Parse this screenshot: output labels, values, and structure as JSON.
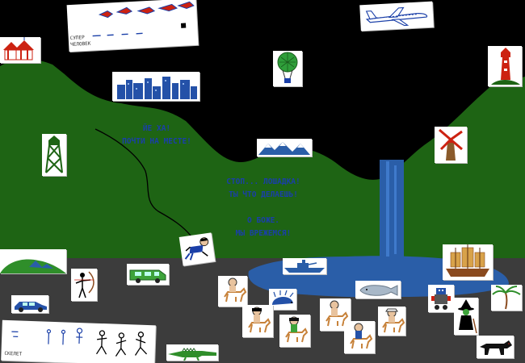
{
  "dialogue": {
    "line1": "ЙЕ ХА!",
    "line2": "ПОЧТИ НА МЕСТЕ!",
    "line3": "СТОП... ЛОШАДКА!",
    "line4": "ТЫ ЧТО ДЕЛАЕШЬ!",
    "line5": "О БОЖЕ.",
    "line6": "МЫ ВРЕЖЕМСЯ!"
  },
  "labels": {
    "superhero_1": "СУПЕР",
    "superhero_2": "ЧЕЛОВЕК",
    "skeleton": "СКЕЛЕТ"
  },
  "colors": {
    "sky": "#000000",
    "hills": "#1e6414",
    "ground": "#3c3c3c",
    "water": "#2a5ea8",
    "text": "#1a3fa8"
  },
  "stickers": [
    "superhero-sticker",
    "airplane-sticker",
    "circus-tent-sticker",
    "hot-air-balloon-sticker",
    "city-skyline-sticker",
    "lighthouse-sticker",
    "watchtower-sticker",
    "windmill-sticker",
    "mountains-sticker",
    "hero-falling-sticker",
    "green-hill-sticker",
    "van-sticker",
    "battleship-sticker",
    "galleon-sticker",
    "archer-sticker",
    "whale-sticker",
    "car-sticker",
    "robot-sticker",
    "palm-tree-sticker",
    "witch-sticker",
    "wolf-sticker",
    "crocodile-sticker",
    "skeleton-sticker",
    "hedgehog-sticker",
    "horse-rider-sticker"
  ]
}
